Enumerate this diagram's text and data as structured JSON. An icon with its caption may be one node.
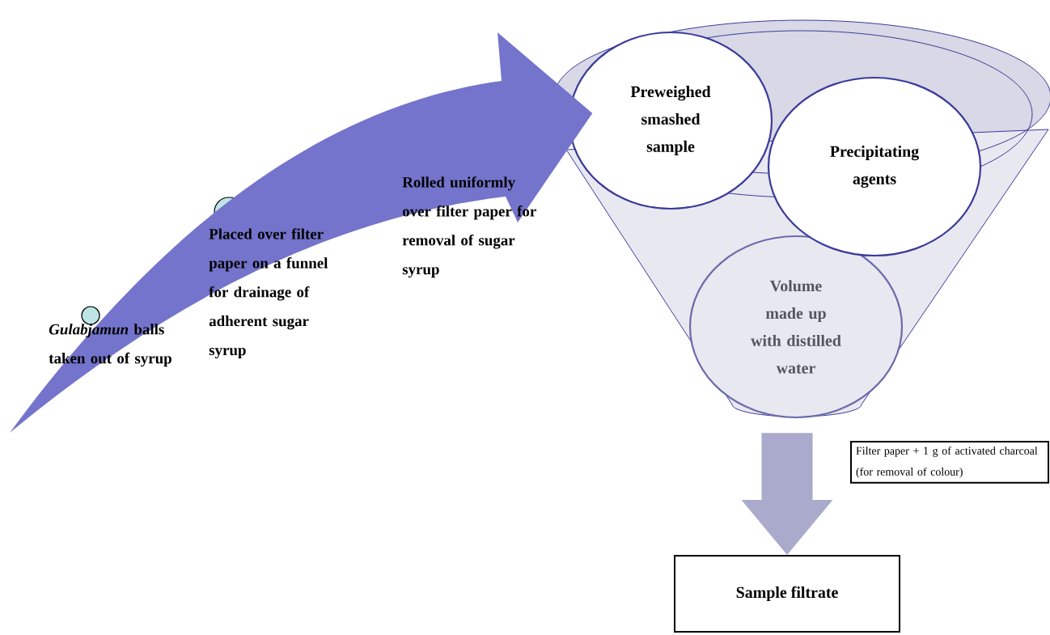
{
  "diagram": {
    "nodes": [
      {
        "text": [
          "*Gulabjamun* balls taken out of syrup"
        ]
      },
      {
        "text": [
          "Placed over filter paper on a funnel for drainage of adherent sugar syrup"
        ]
      },
      {
        "text": [
          "Rolled uniformly over filter paper for removal of sugar syrup"
        ]
      },
      {
        "text": [],
        "shape": "funnel"
      },
      {
        "text": [
          "Preweighed smashed sample"
        ]
      },
      {
        "text": [
          "Precipitating agents"
        ]
      },
      {
        "text": [
          "Volume made up with distilled water"
        ],
        "in": 3
      },
      {
        "text": [
          "Filter paper + 1 g of activated charcoal (for removal of colour)"
        ]
      },
      {
        "text": [
          "Sample filtrate"
        ]
      }
    ],
    "edges": [
      {
        "from": null,
        "to": 3,
        "arrow": "to",
        "style": "thick",
        "color": "#7474cc"
      },
      {
        "from": 3,
        "to": 8,
        "arrow": "to",
        "style": "thick",
        "color": "#aaaacc"
      }
    ]
  }
}
